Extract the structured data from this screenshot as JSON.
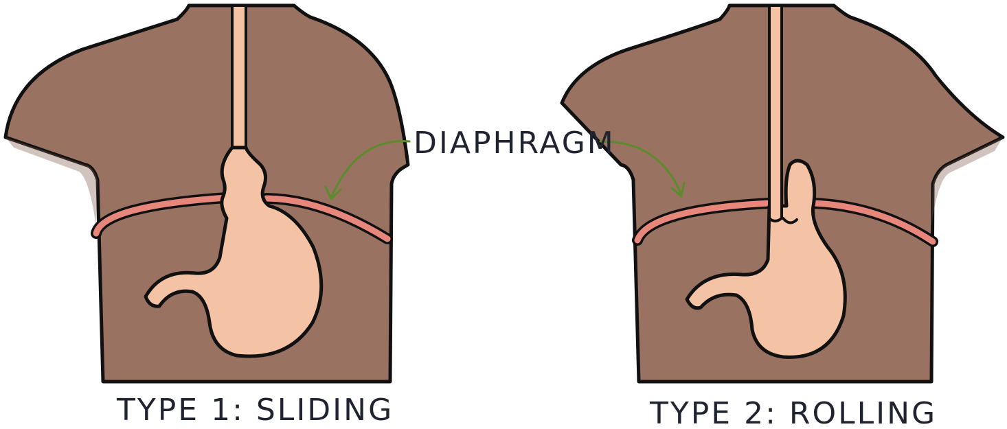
{
  "labels": {
    "diaphragm": "DIAPHRAGM",
    "left_panel": "TYPE 1: SLIDING",
    "right_panel": "TYPE 2: ROLLING"
  },
  "colors": {
    "torso": "#9a7262",
    "torso_shadow": "#7a5646",
    "outline": "#111111",
    "organ": "#f4c3a6",
    "diaphragm_band": "#e7867a",
    "arrow": "#5b8b2a",
    "text": "#1f2430"
  }
}
